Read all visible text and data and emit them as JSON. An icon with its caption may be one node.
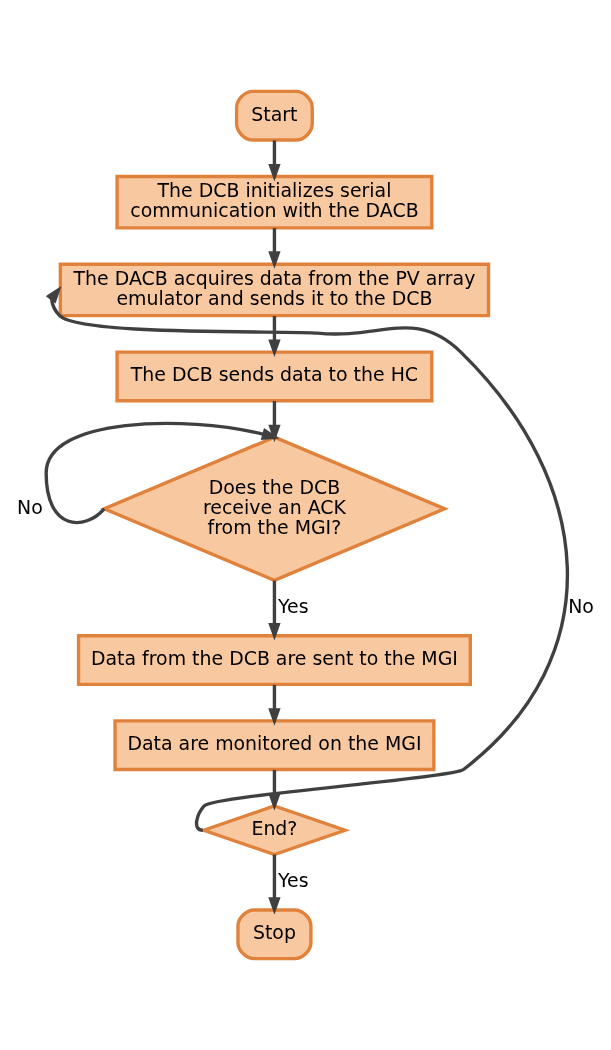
{
  "diagram": {
    "nodes": [
      {
        "text": [
          "Start"
        ]
      },
      {
        "text": [
          "The DCB initializes serial communication with the DACB"
        ]
      },
      {
        "text": [
          "The DACB acquires data from the PV array emulator and sends it to the DCB"
        ]
      },
      {
        "text": [
          "The DCB sends data to the HC"
        ]
      },
      {
        "text": [
          "Does the DCB receive an ACK from the MGI?"
        ]
      },
      {
        "text": [
          "Data from the DCB are sent to the MGI"
        ]
      },
      {
        "text": [
          "Data are monitored on the MGI"
        ]
      },
      {
        "text": [
          "End?"
        ]
      },
      {
        "text": [
          "Stop"
        ]
      }
    ],
    "edges": [
      {
        "from": 0,
        "to": 1,
        "arrow": "to"
      },
      {
        "from": 1,
        "to": 2,
        "arrow": "to"
      },
      {
        "from": 2,
        "to": 3,
        "arrow": "to"
      },
      {
        "from": 3,
        "to": 4,
        "arrow": "to"
      },
      {
        "from": 4,
        "to": 4,
        "arrow": "to",
        "label": "No"
      },
      {
        "from": 4,
        "to": 5,
        "arrow": "to",
        "label": "Yes"
      },
      {
        "from": 5,
        "to": 6,
        "arrow": "to"
      },
      {
        "from": 6,
        "to": 7,
        "arrow": "to"
      },
      {
        "from": 7,
        "to": 2,
        "arrow": "to",
        "label": "No"
      },
      {
        "from": 7,
        "to": 8,
        "arrow": "to",
        "label": "Yes"
      }
    ]
  }
}
